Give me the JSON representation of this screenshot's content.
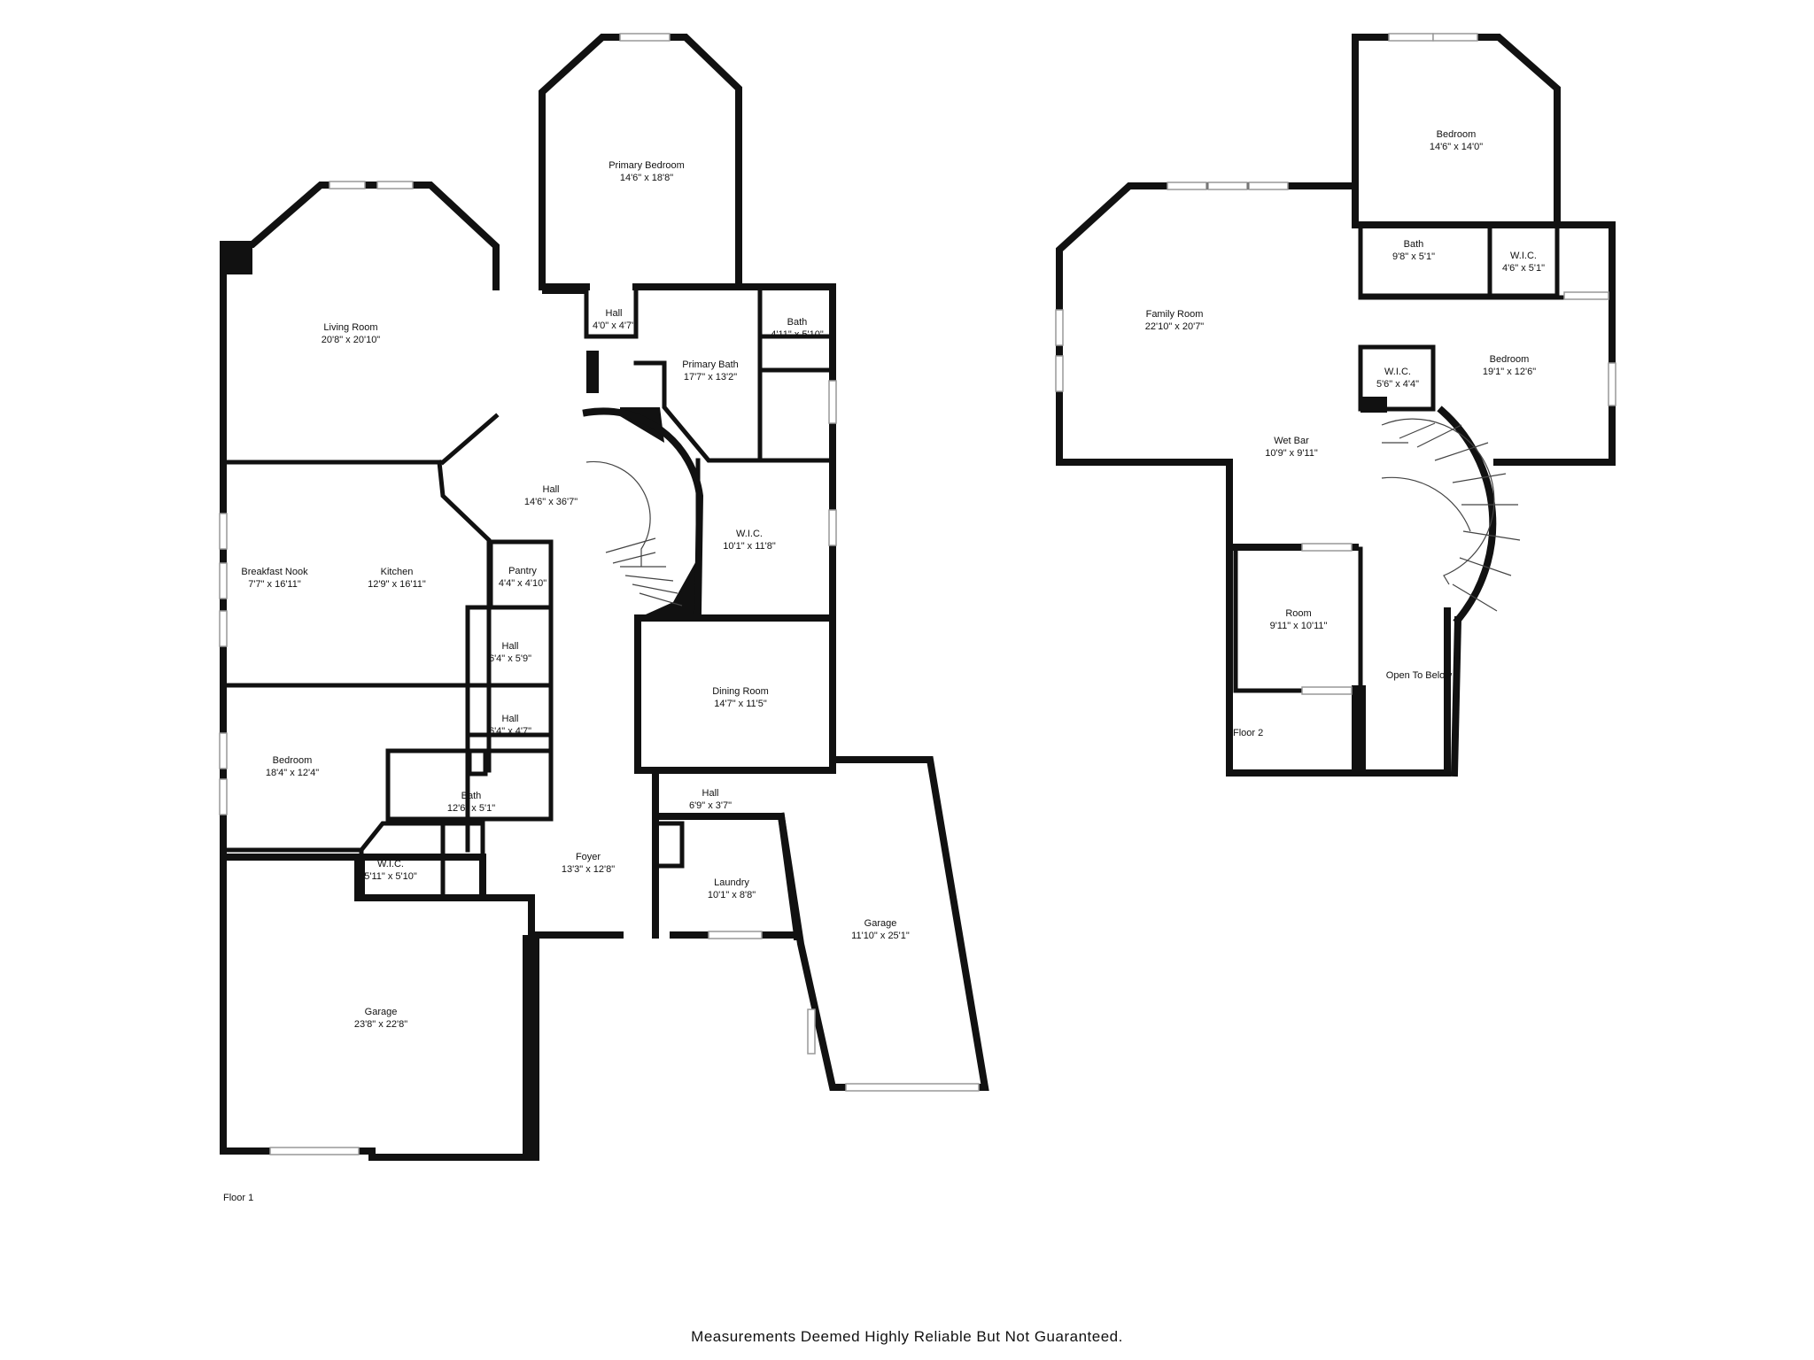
{
  "floors": [
    {
      "label": "Floor 1",
      "rooms": [
        {
          "name": "Primary Bedroom",
          "dims": "14'6\" x 18'8\""
        },
        {
          "name": "Living Room",
          "dims": "20'8\" x 20'10\""
        },
        {
          "name": "Hall",
          "dims": "4'0\" x 4'7\""
        },
        {
          "name": "Bath",
          "dims": "4'11\" x 5'10\""
        },
        {
          "name": "Primary Bath",
          "dims": "17'7\" x 13'2\""
        },
        {
          "name": "Hall",
          "dims": "14'6\" x 36'7\""
        },
        {
          "name": "W.I.C.",
          "dims": "10'1\" x 11'8\""
        },
        {
          "name": "Breakfast Nook",
          "dims": "7'7\" x 16'11\""
        },
        {
          "name": "Kitchen",
          "dims": "12'9\" x 16'11\""
        },
        {
          "name": "Pantry",
          "dims": "4'4\" x 4'10\""
        },
        {
          "name": "Hall",
          "dims": "6'4\" x 5'9\""
        },
        {
          "name": "Dining Room",
          "dims": "14'7\" x 11'5\""
        },
        {
          "name": "Hall",
          "dims": "6'4\" x 4'7\""
        },
        {
          "name": "Bedroom",
          "dims": "18'4\" x 12'4\""
        },
        {
          "name": "Bath",
          "dims": "12'6\" x 5'1\""
        },
        {
          "name": "Hall",
          "dims": "6'9\" x 3'7\""
        },
        {
          "name": "W.I.C.",
          "dims": "5'11\" x 5'10\""
        },
        {
          "name": "Foyer",
          "dims": "13'3\" x 12'8\""
        },
        {
          "name": "Laundry",
          "dims": "10'1\" x 8'8\""
        },
        {
          "name": "Garage",
          "dims": "11'10\" x 25'1\""
        },
        {
          "name": "Garage",
          "dims": "23'8\" x 22'8\""
        }
      ]
    },
    {
      "label": "Floor 2",
      "rooms": [
        {
          "name": "Bedroom",
          "dims": "14'6\" x 14'0\""
        },
        {
          "name": "Bath",
          "dims": "9'8\" x 5'1\""
        },
        {
          "name": "W.I.C.",
          "dims": "4'6\" x 5'1\""
        },
        {
          "name": "Family Room",
          "dims": "22'10\" x 20'7\""
        },
        {
          "name": "Bedroom",
          "dims": "19'1\" x 12'6\""
        },
        {
          "name": "W.I.C.",
          "dims": "5'6\" x 4'4\""
        },
        {
          "name": "Wet Bar",
          "dims": "10'9\" x 9'11\""
        },
        {
          "name": "Room",
          "dims": "9'11\" x 10'11\""
        },
        {
          "name": "Open To Below",
          "dims": ""
        }
      ]
    }
  ],
  "disclaimer": "Measurements Deemed Highly Reliable But Not Guaranteed."
}
